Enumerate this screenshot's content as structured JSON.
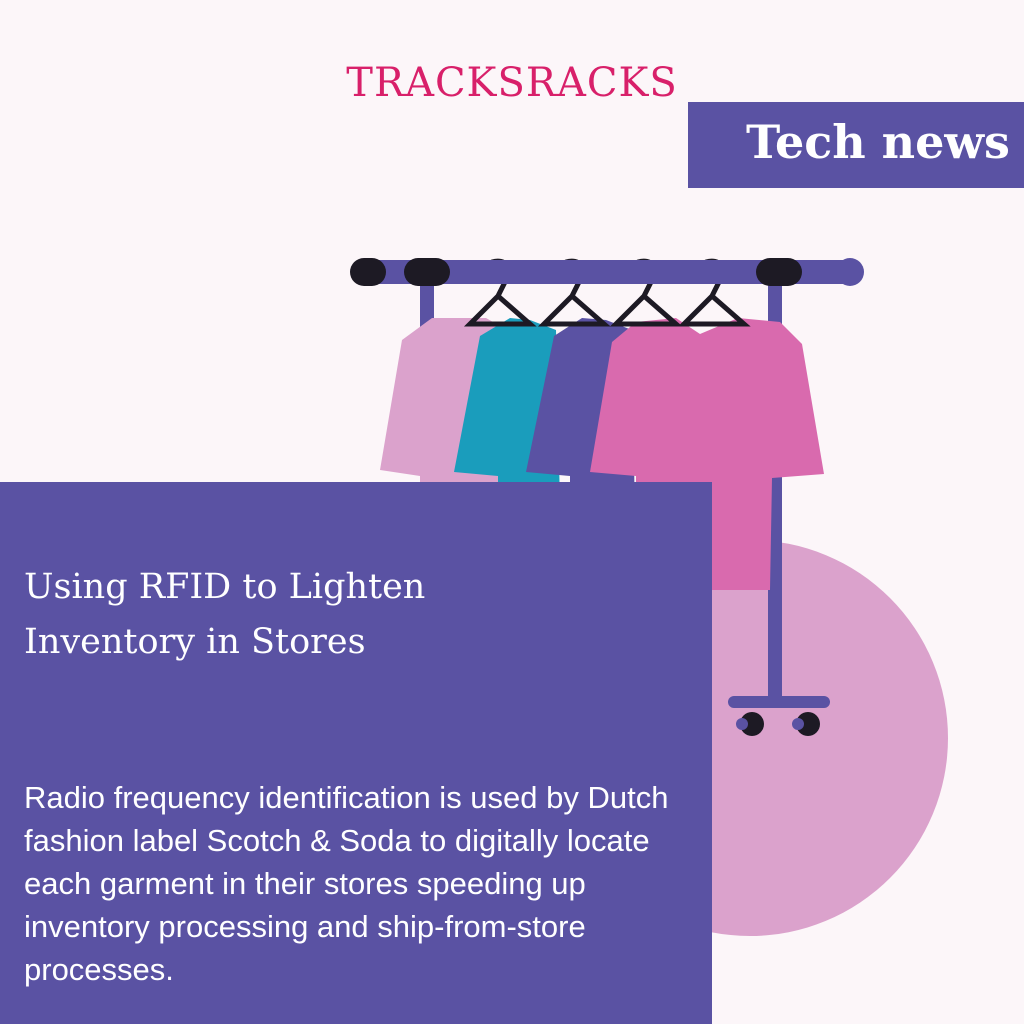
{
  "brand": {
    "logo_text": "TRACKSRACKS",
    "logo_color": "#d8206a"
  },
  "badge": {
    "label": "Tech news",
    "background": "#5a52a3",
    "text_color": "#ffffff"
  },
  "article": {
    "headline": "Using RFID to Lighten Inventory in Stores",
    "body": "Radio frequency identification is used by Dutch fashion label Scotch & Soda to digitally locate each garment in their stores speeding up inventory processing and ship-from-store processes."
  },
  "illustration": {
    "icon": "clothing-rack-icon",
    "rack_color": "#5a52a3",
    "hanger_color": "#1d1a24",
    "shirt_colors": [
      "#dba2cc",
      "#1a9dbc",
      "#5a52a3",
      "#d96aae"
    ],
    "circle_color": "#dba2cc"
  },
  "colors": {
    "background": "#fcf6f9",
    "panel": "#5a52a3",
    "panel_text": "#ffffff"
  }
}
